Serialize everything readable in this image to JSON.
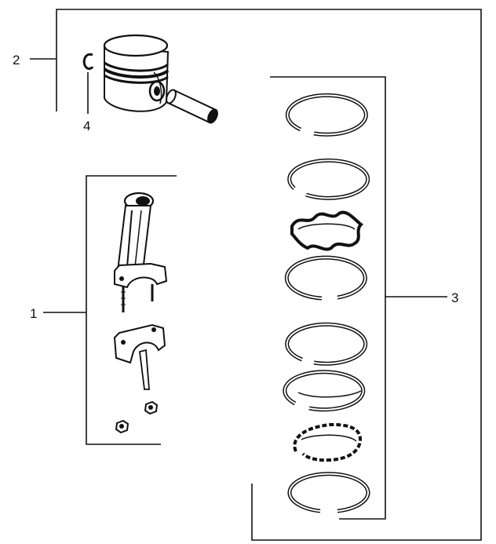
{
  "callouts": {
    "c1": "1",
    "c2": "2",
    "c3": "3",
    "c4": "4"
  },
  "icons": [
    "piston-icon",
    "piston-pin-icon",
    "snap-ring-icon",
    "connecting-rod-icon",
    "rod-cap-icon",
    "rod-nut-icon",
    "piston-ring-icon",
    "oil-expander-ring-icon"
  ]
}
